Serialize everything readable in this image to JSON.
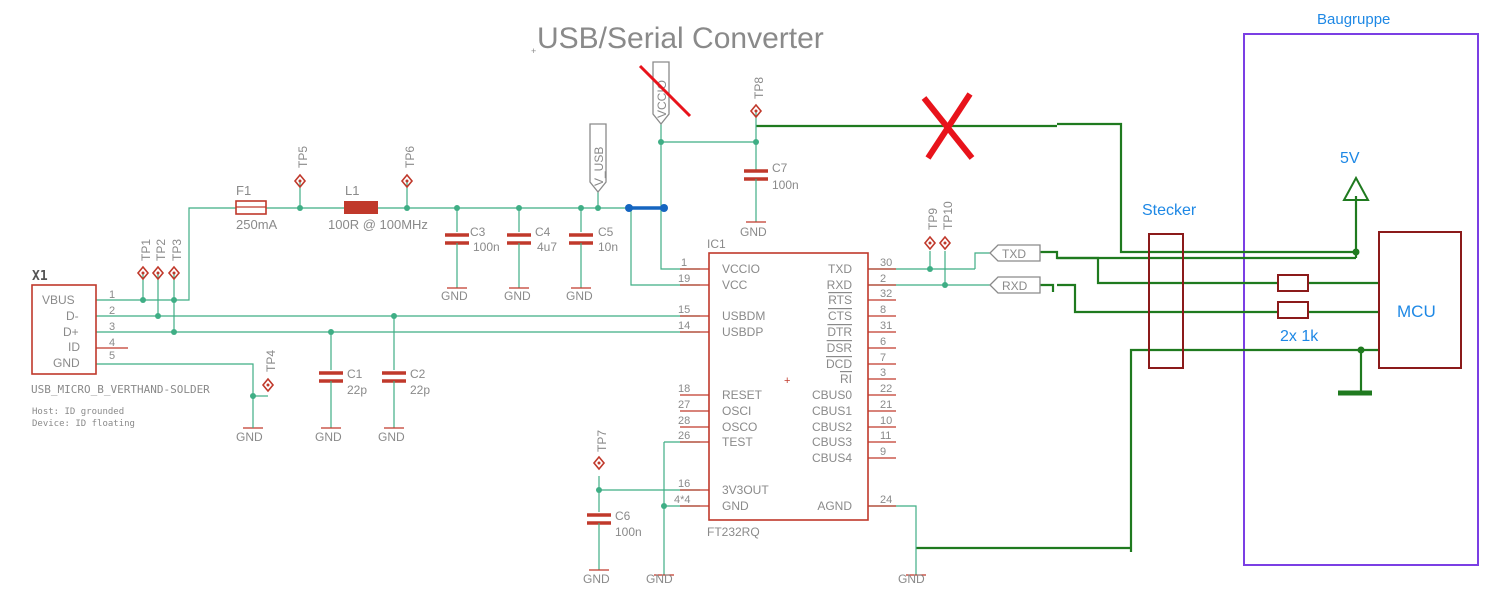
{
  "title": "USB/Serial Converter",
  "box_label": "Baugruppe",
  "connector_label": "Stecker",
  "mcu": {
    "name": "MCU",
    "supply": "5V",
    "resistors": "2x 1k"
  },
  "usb": {
    "ref": "X1",
    "pins": [
      {
        "name": "VBUS",
        "num": "1"
      },
      {
        "name": "D-",
        "num": "2"
      },
      {
        "name": "D+",
        "num": "3"
      },
      {
        "name": "ID",
        "num": "4"
      },
      {
        "name": "GND",
        "num": "5"
      }
    ],
    "value": "USB_MICRO_B_VERTHAND-SOLDER",
    "note1": "Host: ID grounded",
    "note2": "Device: ID floating"
  },
  "testpoints": {
    "tp1": "TP1",
    "tp2": "TP2",
    "tp3": "TP3",
    "tp4": "TP4",
    "tp5": "TP5",
    "tp6": "TP6",
    "tp7": "TP7",
    "tp8": "TP8",
    "tp9": "TP9",
    "tp10": "TP10"
  },
  "fuse": {
    "ref": "F1",
    "value": "250mA"
  },
  "ferrite": {
    "ref": "L1",
    "value": "100R @ 100MHz"
  },
  "caps": {
    "c1": {
      "ref": "C1",
      "value": "22p"
    },
    "c2": {
      "ref": "C2",
      "value": "22p"
    },
    "c3": {
      "ref": "C3",
      "value": "100n"
    },
    "c4": {
      "ref": "C4",
      "value": "4u7"
    },
    "c5": {
      "ref": "C5",
      "value": "10n"
    },
    "c6": {
      "ref": "C6",
      "value": "100n"
    },
    "c7": {
      "ref": "C7",
      "value": "100n"
    }
  },
  "gnd": "GND",
  "vusb": "V_USB",
  "vccio_flag": "VCCIO",
  "txd_flag": "TXD",
  "rxd_flag": "RXD",
  "ic": {
    "ref": "IC1",
    "value": "FT232RQ",
    "left_pins": [
      {
        "num": "1",
        "name": "VCCIO"
      },
      {
        "num": "19",
        "name": "VCC"
      },
      {
        "num": "15",
        "name": "USBDM"
      },
      {
        "num": "14",
        "name": "USBDP"
      },
      {
        "num": "18",
        "name": "RESET"
      },
      {
        "num": "27",
        "name": "OSCI"
      },
      {
        "num": "28",
        "name": "OSCO"
      },
      {
        "num": "26",
        "name": "TEST"
      },
      {
        "num": "16",
        "name": "3V3OUT"
      },
      {
        "num": "4*4",
        "name": "GND"
      }
    ],
    "right_pins": [
      {
        "num": "30",
        "name": "TXD"
      },
      {
        "num": "2",
        "name": "RXD"
      },
      {
        "num": "32",
        "name": "RTS"
      },
      {
        "num": "8",
        "name": "CTS"
      },
      {
        "num": "31",
        "name": "DTR"
      },
      {
        "num": "6",
        "name": "DSR"
      },
      {
        "num": "7",
        "name": "DCD"
      },
      {
        "num": "3",
        "name": "RI"
      },
      {
        "num": "22",
        "name": "CBUS0"
      },
      {
        "num": "21",
        "name": "CBUS1"
      },
      {
        "num": "10",
        "name": "CBUS2"
      },
      {
        "num": "11",
        "name": "CBUS3"
      },
      {
        "num": "9",
        "name": "CBUS4"
      },
      {
        "num": "24",
        "name": "AGND"
      }
    ]
  },
  "colors": {
    "wire": "#3fae85",
    "part": "#c0392b",
    "added_wire": "#1f7a1f",
    "box": "#7b3fe4",
    "annotation": "#1e88e5",
    "cross": "#e8131b"
  }
}
